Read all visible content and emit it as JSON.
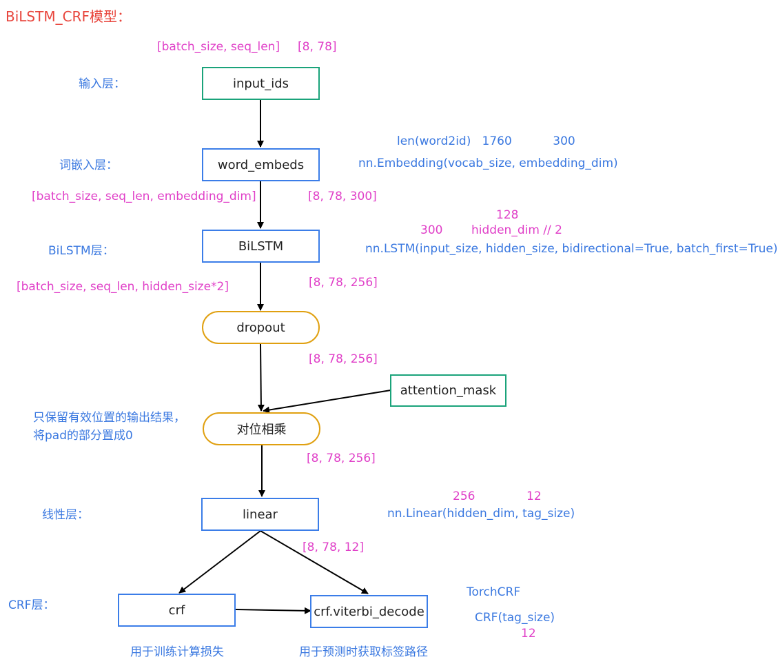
{
  "title": "BiLSTM_CRF模型：",
  "nodes": {
    "input_ids": "input_ids",
    "word_embeds": "word_embeds",
    "bilstm": "BiLSTM",
    "dropout": "dropout",
    "attention_mask": "attention_mask",
    "multiply": "对位相乘",
    "linear": "linear",
    "crf": "crf",
    "viterbi": "crf.viterbi_decode"
  },
  "layer_labels": {
    "input": "输入层：",
    "embed": "词嵌入层：",
    "bilstm": "BiLSTM层：",
    "linear": "线性层：",
    "crf": "CRF层："
  },
  "shapes": {
    "input_names": "[batch_size, seq_len]",
    "input_vals": "[8, 78]",
    "embed_names": "[batch_size, seq_len, embedding_dim]",
    "embed_vals": "[8, 78, 300]",
    "bilstm_names": "[batch_size, seq_len, hidden_size*2]",
    "bilstm_vals": "[8, 78, 256]",
    "dropout_vals": "[8, 78, 256]",
    "multiply_vals": "[8, 78, 256]",
    "linear_vals": "[8, 78, 12]"
  },
  "annotations": {
    "embed_params": "len(word2id)   1760           300",
    "embed_call": "nn.Embedding(vocab_size, embedding_dim)",
    "lstm_128": "128",
    "lstm_300": "300",
    "lstm_hidden": "hidden_dim // 2",
    "lstm_call": "nn.LSTM(input_size, hidden_size, bidirectional=True, batch_first=True)",
    "mask_note_1": "只保留有效位置的输出结果，",
    "mask_note_2": "将pad的部分置成0",
    "linear_256": "256",
    "linear_12": "12",
    "linear_call": "nn.Linear(hidden_dim, tag_size)",
    "torchcrf": "TorchCRF",
    "crf_call": "CRF(tag_size)",
    "crf_12": "12",
    "crf_note": "用于训练计算损失",
    "viterbi_note": "用于预测时获取标签路径"
  },
  "colors": {
    "title": "#e8453c",
    "shape_text": "#e040c8",
    "annotation_text": "#3a78e0",
    "green_border": "#1aa37a",
    "blue_border": "#3b7de8",
    "orange_border": "#e0a010"
  }
}
